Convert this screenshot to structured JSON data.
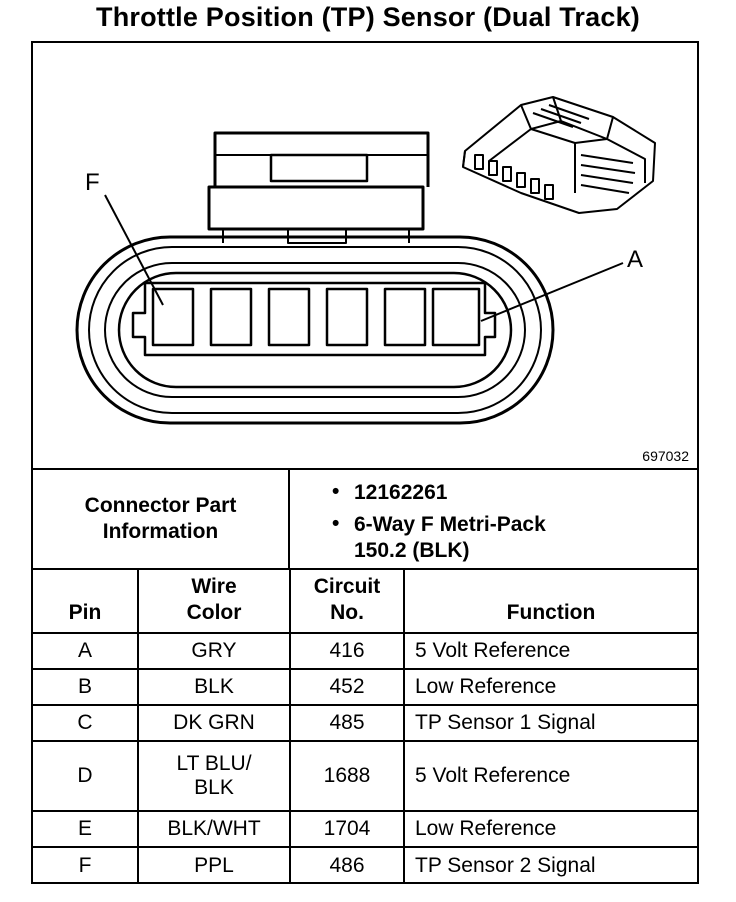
{
  "title": "Throttle Position (TP) Sensor (Dual Track)",
  "figure": {
    "label_f": "F",
    "label_a": "A",
    "figure_id": "697032"
  },
  "part_info": {
    "heading_line1": "Connector Part",
    "heading_line2": "Information",
    "bullets": [
      {
        "line1": "12162261",
        "line2": ""
      },
      {
        "line1": "6-Way F Metri-Pack",
        "line2": "150.2 (BLK)"
      }
    ]
  },
  "table": {
    "headers": {
      "pin": "Pin",
      "wire_line1": "Wire",
      "wire_line2": "Color",
      "circuit_line1": "Circuit",
      "circuit_line2": "No.",
      "function": "Function"
    },
    "rows": [
      {
        "pin": "A",
        "color1": "GRY",
        "color2": "",
        "circuit": "416",
        "function": "5 Volt Reference"
      },
      {
        "pin": "B",
        "color1": "BLK",
        "color2": "",
        "circuit": "452",
        "function": "Low Reference"
      },
      {
        "pin": "C",
        "color1": "DK GRN",
        "color2": "",
        "circuit": "485",
        "function": "TP Sensor 1 Signal"
      },
      {
        "pin": "D",
        "color1": "LT BLU/",
        "color2": "BLK",
        "circuit": "1688",
        "function": "5 Volt Reference"
      },
      {
        "pin": "E",
        "color1": "BLK/WHT",
        "color2": "",
        "circuit": "1704",
        "function": "Low Reference"
      },
      {
        "pin": "F",
        "color1": "PPL",
        "color2": "",
        "circuit": "486",
        "function": "TP Sensor 2 Signal"
      }
    ]
  }
}
